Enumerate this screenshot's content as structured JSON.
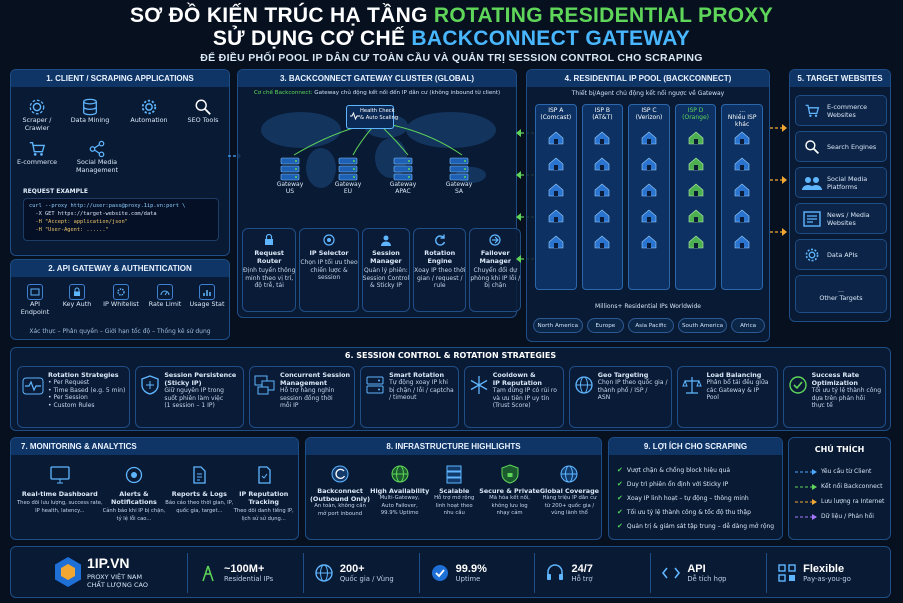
{
  "title": {
    "line1_a": "SƠ ĐỒ KIẾN TRÚC HẠ TẦNG ",
    "line1_b": "ROTATING RESIDENTIAL PROXY",
    "line2_a": "SỬ DỤNG CƠ CHẾ ",
    "line2_b": "BACKCONNECT GATEWAY",
    "subtitle": "ĐỂ ĐIỀU PHỐI POOL IP DÂN CƯ TOÀN CẦU VÀ QUẢN TRỊ SESSION CONTROL CHO SCRAPING"
  },
  "client": {
    "title": "1. CLIENT / SCRAPING APPLICATIONS",
    "items": [
      "Scraper / Crawler",
      "Data Mining",
      "Automation",
      "SEO Tools",
      "E-commerce",
      "Social Media\nManagement"
    ],
    "req_title": "REQUEST EXAMPLE",
    "code": [
      "curl --proxy http://user:pass@proxy.1ip.vn:port \\",
      "  -X GET https://target-website.com/data",
      "  -H \"Accept: application/json\"",
      "  -H \"User-Agent: ......\""
    ]
  },
  "api": {
    "title": "2. API GATEWAY & AUTHENTICATION",
    "items": [
      "API Endpoint",
      "Key Auth",
      "IP Whitelist",
      "Rate Limit",
      "Usage Stat"
    ],
    "caption": "Xác thực – Phân quyền – Giới hạn tốc độ – Thống kê sử dụng"
  },
  "cluster": {
    "title": "3. BACKCONNECT GATEWAY CLUSTER (GLOBAL)",
    "sub_a": "Cơ chế Backconnect:",
    "sub_b": " Gateway chủ động kết nối đến IP dân cư (không inbound từ client)",
    "health": "Health Check\n& Auto Scaling",
    "gateways": [
      "Gateway\nUS",
      "Gateway\nEU",
      "Gateway\nAPAC",
      "Gateway\nSA"
    ],
    "modules": [
      {
        "name": "Request Router",
        "desc": "Định tuyến thông\nminh theo vị trí,\nđộ trễ, tải"
      },
      {
        "name": "IP Selector",
        "desc": "Chọn IP tối ưu theo\nchiến lược &\nsession"
      },
      {
        "name": "Session Manager",
        "desc": "Quản lý phiên:\nSession Control\n& Sticky IP"
      },
      {
        "name": "Rotation Engine",
        "desc": "Xoay IP theo thời\ngian / request /\nrule"
      },
      {
        "name": "Failover Manager",
        "desc": "Chuyển đổi dự\nphòng khi IP lỗi /\nbị chặn"
      }
    ]
  },
  "pool": {
    "title": "4. RESIDENTIAL IP POOL (BACKCONNECT)",
    "sub": "Thiết bị/Agent chủ động kết nối ngược về Gateway",
    "isps": [
      "ISP A\n(Comcast)",
      "ISP B\n(AT&T)",
      "ISP C\n(Verizon)",
      "ISP D\n(Orange)",
      "...\nNhiều ISP\nkhác"
    ],
    "worldwide": "Millions+ Residential IPs Worldwide",
    "regions": [
      "North America",
      "Europe",
      "Asia Pacific",
      "South America",
      "Africa"
    ]
  },
  "targets": {
    "title": "5. TARGET WEBSITES",
    "items": [
      "E-commerce\nWebsites",
      "Search Engines",
      "Social Media\nPlatforms",
      "News / Media\nWebsites",
      "Data APIs",
      "...\nOther Targets"
    ]
  },
  "session": {
    "title": "6. SESSION CONTROL & ROTATION STRATEGIES",
    "items": [
      {
        "name": "Rotation Strategies",
        "desc": "• Per Request\n• Time Based (e.g. 5 min)\n• Per Session\n• Custom Rules"
      },
      {
        "name": "Session Persistence\n(Sticky IP)",
        "desc": "Giữ nguyên IP trong\nsuốt phiên làm việc\n(1 session – 1 IP)"
      },
      {
        "name": "Concurrent Session\nManagement",
        "desc": "Hỗ trợ hàng nghìn\nsession đồng thời\nmỗi IP"
      },
      {
        "name": "Smart Rotation",
        "desc": "Tự động xoay IP khi\nbị chặn / lỗi / captcha\n/ timeout"
      },
      {
        "name": "Cooldown &\nIP Reputation",
        "desc": "Tạm dừng IP có rủi ro\nvà ưu tiên IP uy tín\n(Trust Score)"
      },
      {
        "name": "Geo Targeting",
        "desc": "Chọn IP theo quốc gia /\nthành phố / ISP /\nASN"
      },
      {
        "name": "Load Balancing",
        "desc": "Phân bổ tải đều giữa\ncác Gateway & IP\nPool"
      },
      {
        "name": "Success Rate\nOptimization",
        "desc": "Tối ưu tỷ lệ thành công\ndựa trên phản hồi\nthực tế"
      }
    ]
  },
  "monitor": {
    "title": "7. MONITORING & ANALYTICS",
    "items": [
      {
        "name": "Real-time Dashboard",
        "desc": "Theo dõi lưu lượng, success rate,\nIP health, latency..."
      },
      {
        "name": "Alerts & Notifications",
        "desc": "Cảnh báo khi IP bị chặn,\ntỷ lệ lỗi cao..."
      },
      {
        "name": "Reports & Logs",
        "desc": "Báo cáo theo thời gian, IP,\nquốc gia, target..."
      },
      {
        "name": "IP Reputation Tracking",
        "desc": "Theo dõi danh tiếng IP,\nlịch sử sử dụng..."
      }
    ]
  },
  "infra": {
    "title": "8. INFRASTRUCTURE HIGHLIGHTS",
    "items": [
      {
        "name": "Backconnect\n(Outbound Only)",
        "desc": "An toàn, không cần\nmở port inbound"
      },
      {
        "name": "High Availability",
        "desc": "Multi-Gateway,\nAuto Failover,\n99.9% Uptime"
      },
      {
        "name": "Scalable",
        "desc": "Hỗ trợ mở rộng\nlinh hoạt theo\nnhu cầu"
      },
      {
        "name": "Secure & Private",
        "desc": "Mã hóa kết nối,\nkhông lưu log\nnhạy cảm"
      },
      {
        "name": "Global Coverage",
        "desc": "Hàng triệu IP dân cư\ntừ 200+ quốc gia /\nvùng lãnh thổ"
      }
    ]
  },
  "benefits": {
    "title": "9. LỢI ÍCH CHO SCRAPING",
    "items": [
      "Vượt chặn & chống block hiệu quả",
      "Duy trì phiên ổn định với Sticky IP",
      "Xoay IP linh hoạt – tự động – thông minh",
      "Tối ưu tỷ lệ thành công & tốc độ thu thập",
      "Quản trị & giám sát tập trung – dễ dàng mở rộng"
    ]
  },
  "legend": {
    "title": "CHÚ THÍCH",
    "items": [
      "Yêu cầu từ Client",
      "Kết nối Backconnect",
      "Lưu lượng ra Internet",
      "Dữ liệu / Phản hồi"
    ],
    "colors": [
      "#4aa8ff",
      "#5fd65a",
      "#f2a733",
      "#a678ff"
    ]
  },
  "footer": {
    "brand": "1IP.VN",
    "tag1": "PROXY VIỆT NAM",
    "tag2": "CHẤT LƯỢNG CAO",
    "stats": [
      {
        "v": "~100M+",
        "l": "Residential IPs"
      },
      {
        "v": "200+",
        "l": "Quốc gia / Vùng"
      },
      {
        "v": "99.9%",
        "l": "Uptime"
      },
      {
        "v": "24/7",
        "l": "Hỗ trợ"
      },
      {
        "v": "API",
        "l": "Dễ tích hợp"
      },
      {
        "v": "Flexible",
        "l": "Pay-as-you-go"
      }
    ]
  }
}
